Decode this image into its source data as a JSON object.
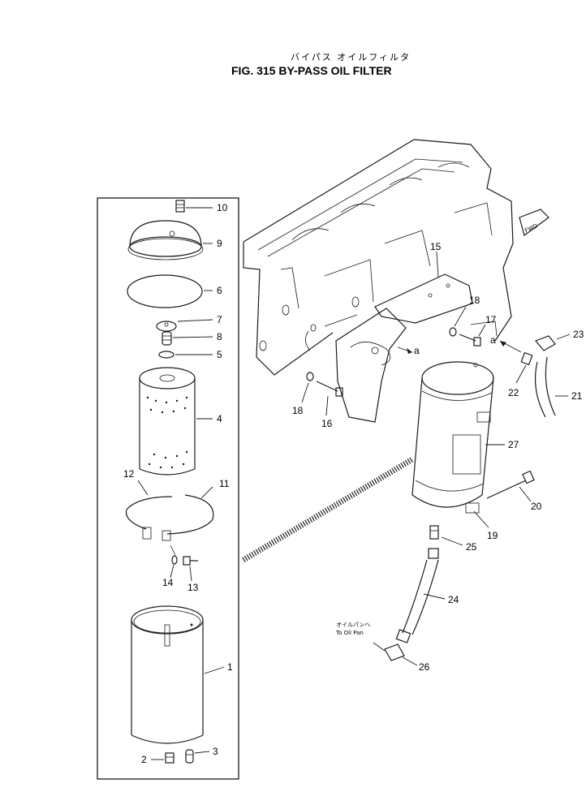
{
  "header": {
    "title_jp": "バイパス オイルフィルタ",
    "title_en": "FIG. 315 BY-PASS OIL FILTER"
  },
  "direction_tag": "FWD",
  "reference_marks": [
    "a",
    "a"
  ],
  "callouts": {
    "p1": "1",
    "p2": "2",
    "p3": "3",
    "p4": "4",
    "p5": "5",
    "p6": "6",
    "p7": "7",
    "p8": "8",
    "p9": "9",
    "p10": "10",
    "p11": "11",
    "p12": "12",
    "p13": "13",
    "p14": "14",
    "p15": "15",
    "p16": "16",
    "p17": "17",
    "p18a": "18",
    "p18b": "18",
    "p19": "19",
    "p20": "20",
    "p21": "21",
    "p22": "22",
    "p23": "23",
    "p24": "24",
    "p25": "25",
    "p26": "26",
    "p27": "27"
  },
  "notes": {
    "oil_pan_jp": "オイルパンへ",
    "oil_pan_en": "To Oil Pan"
  }
}
